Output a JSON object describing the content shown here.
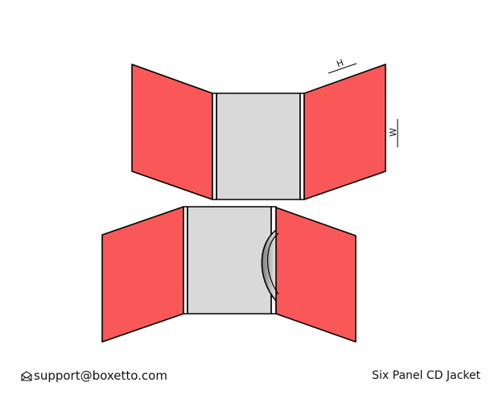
{
  "dimensions": {
    "height_label": "H",
    "width_label": "W"
  },
  "footer": {
    "email": "support@boxetto.com",
    "title": "Six Panel CD Jacket",
    "email_icon": "envelope-icon"
  },
  "colors": {
    "panel_fill": "#fa5858",
    "spine_fill": "#d9d9d9",
    "outline": "#000000"
  }
}
